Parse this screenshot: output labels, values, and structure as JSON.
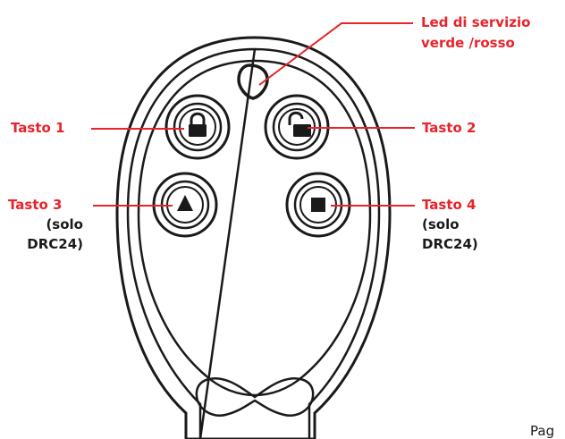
{
  "labels": {
    "led_line1": "Led di  servizio",
    "led_line2": "verde /rosso",
    "tasto1": "Tasto 1",
    "tasto2": "Tasto 2",
    "tasto3": "Tasto 3",
    "tasto3_note1": "(solo",
    "tasto3_note2": "DRC24)",
    "tasto4": "Tasto 4",
    "tasto4_note1": "(solo",
    "tasto4_note2": "DRC24)"
  },
  "footer": {
    "page_label": "Pag"
  },
  "colors": {
    "label_red": "#e8232a",
    "outline_black": "#1a1a1a"
  },
  "icons": {
    "button1": "lock-closed-icon",
    "button2": "lock-open-icon",
    "button3": "triangle-up-icon",
    "button4": "stop-square-icon"
  }
}
